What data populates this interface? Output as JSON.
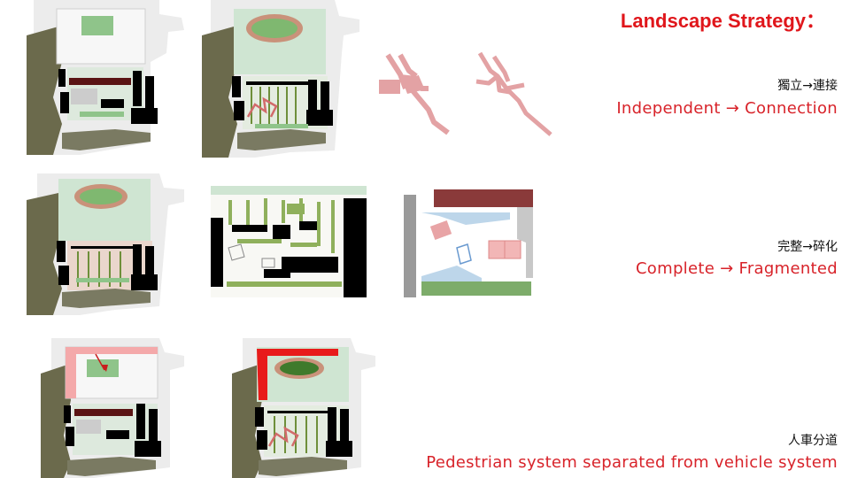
{
  "title": "Landscape Strategy：",
  "strategies": [
    {
      "cn": "獨立→連接",
      "en": "Independent → Connection"
    },
    {
      "cn": "完整→碎化",
      "en": "Complete → Fragmented"
    },
    {
      "cn": "人車分道",
      "en": "Pedestrian system separated from vehicle system"
    }
  ],
  "colors": {
    "accent_red": "#d8232a",
    "title_red": "#e0161b",
    "terrain": "#6b6a4c",
    "road": "#9a9a9a",
    "field": "#8fc48a",
    "lawn": "#cfe5d2",
    "plaza_pink": "#e8a4a6",
    "track": "#c9927a",
    "building": "#000000",
    "brick": "#5a1414"
  }
}
